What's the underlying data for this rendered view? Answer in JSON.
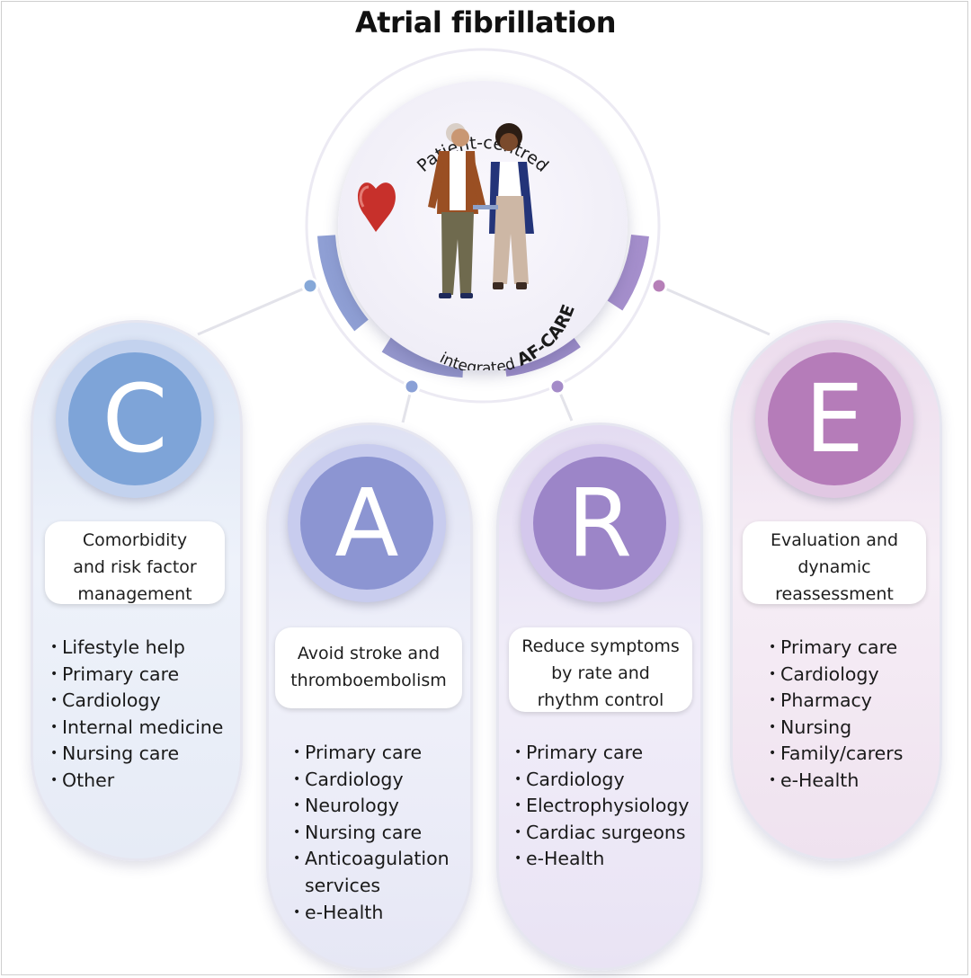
{
  "title": "Atrial fibrillation",
  "center": {
    "top_text": "Patient-centred",
    "bottom_text_prefix": "integrated ",
    "bottom_text_emphasis": "AF-CARE",
    "icons": [
      "heart-icon",
      "elderly-man-icon",
      "woman-icon"
    ]
  },
  "colors": {
    "c": "#7e9fd2",
    "a": "#8b93cf",
    "r": "#9b83c4",
    "e": "#b47bb8",
    "pillar_c": "#dfe6f4",
    "pillar_a": "#e4e4f3",
    "pillar_r": "#e8e1f2",
    "pillar_e": "#eee0ee"
  },
  "pillars": [
    {
      "letter": "C",
      "heading": [
        "Comorbidity",
        "and risk factor",
        "management"
      ],
      "items": [
        "Lifestyle help",
        "Primary care",
        "Cardiology",
        "Internal medicine",
        "Nursing care",
        "Other"
      ]
    },
    {
      "letter": "A",
      "heading": [
        "Avoid stroke and",
        "thromboembolism"
      ],
      "items": [
        "Primary care",
        "Cardiology",
        "Neurology",
        "Nursing care",
        "Anticoagulation",
        "e-Health"
      ],
      "item_continuation": "services"
    },
    {
      "letter": "R",
      "heading": [
        "Reduce symptoms",
        "by rate and",
        "rhythm control"
      ],
      "items": [
        "Primary care",
        "Cardiology",
        "Electrophysiology",
        "Cardiac surgeons",
        "e-Health"
      ]
    },
    {
      "letter": "E",
      "heading": [
        "Evaluation and",
        "dynamic",
        "reassessment"
      ],
      "items": [
        "Primary care",
        "Cardiology",
        "Pharmacy",
        "Nursing",
        "Family/carers",
        "e-Health"
      ]
    }
  ]
}
